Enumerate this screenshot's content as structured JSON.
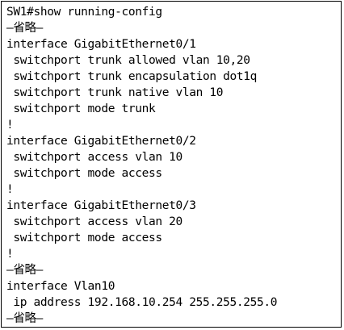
{
  "terminal": {
    "lines": [
      "SW1#show running-config",
      "—省略—",
      "interface GigabitEthernet0/1",
      " switchport trunk allowed vlan 10,20",
      " switchport trunk encapsulation dot1q",
      " switchport trunk native vlan 10",
      " switchport mode trunk",
      "!",
      "interface GigabitEthernet0/2",
      " switchport access vlan 10",
      " switchport mode access",
      "!",
      "interface GigabitEthernet0/3",
      " switchport access vlan 20",
      " switchport mode access",
      "!",
      "—省略—",
      "interface Vlan10",
      " ip address 192.168.10.254 255.255.255.0",
      "—省略—"
    ]
  }
}
